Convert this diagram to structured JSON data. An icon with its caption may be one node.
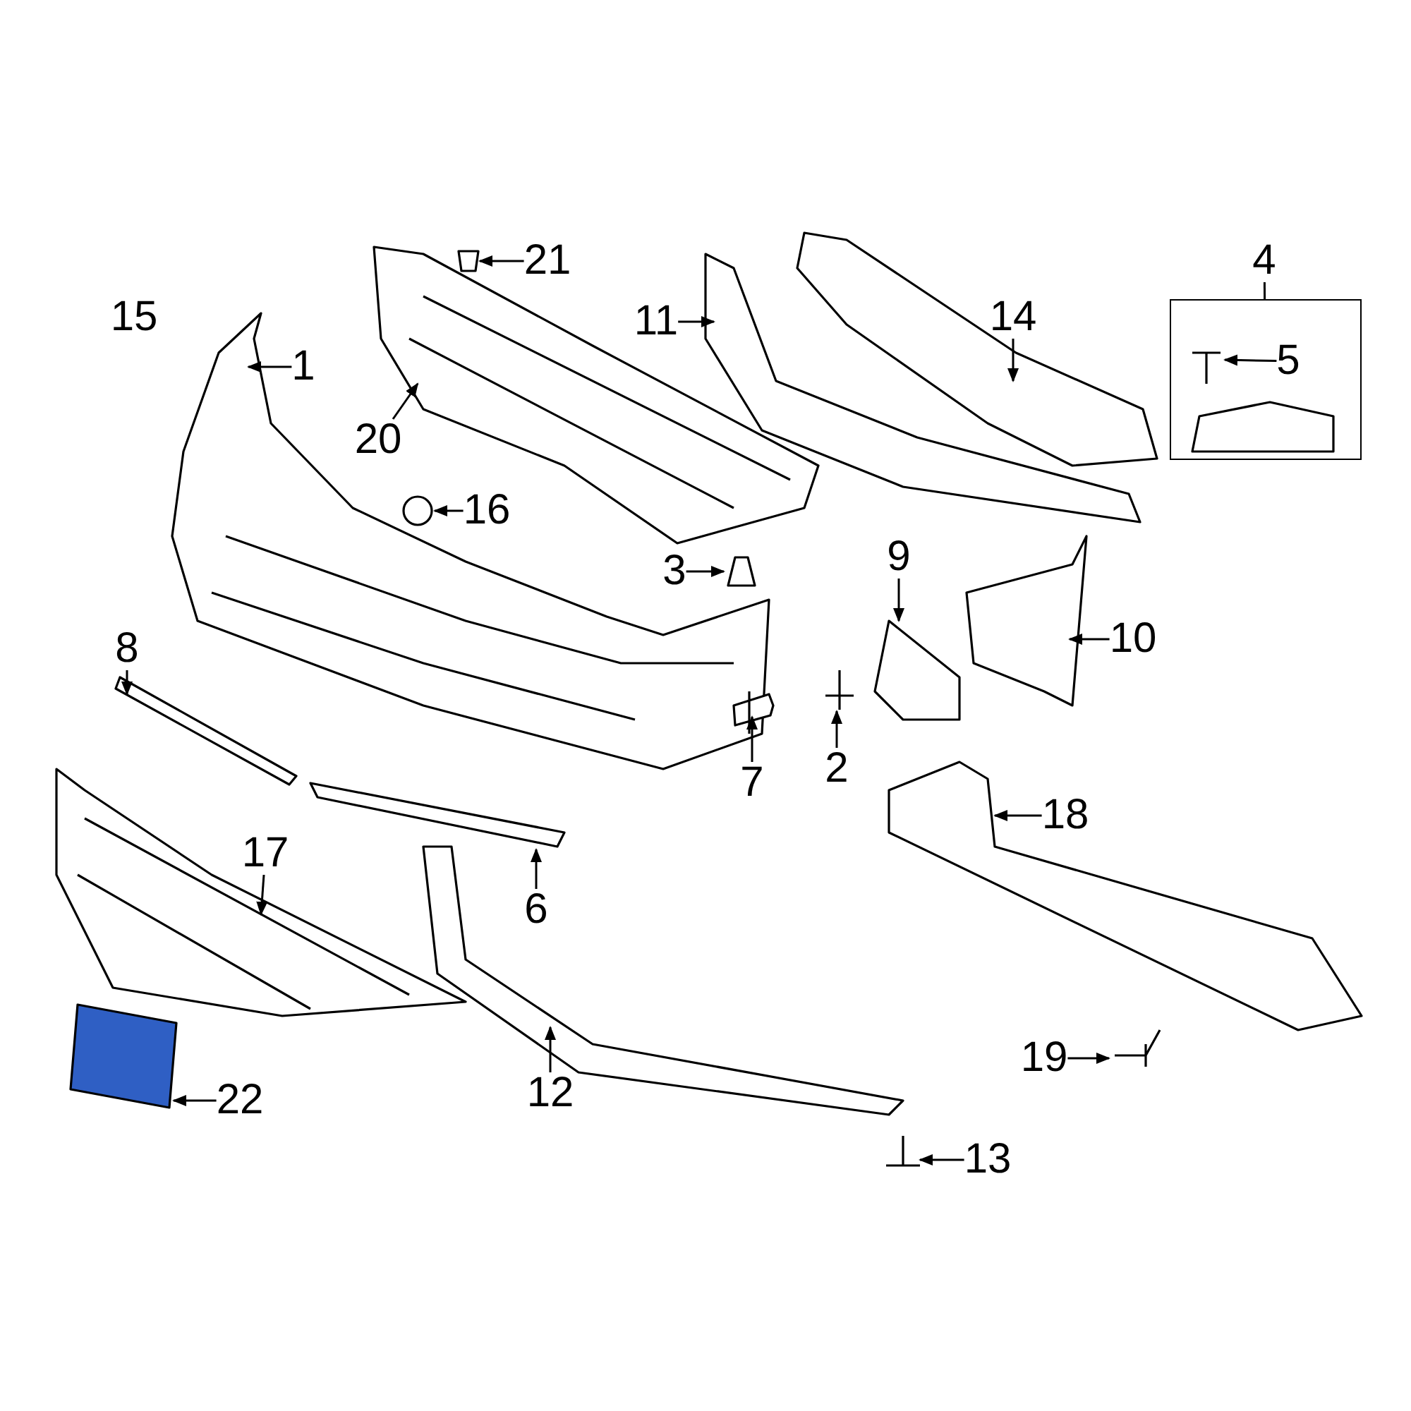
{
  "diagram": {
    "nodes": [
      {
        "text": [
          "1"
        ]
      },
      {
        "text": [
          "2"
        ]
      },
      {
        "text": [
          "3"
        ]
      },
      {
        "text": [
          "4"
        ]
      },
      {
        "text": [],
        "shape": "box"
      },
      {
        "text": [
          "5"
        ],
        "in": 4
      },
      {
        "text": [
          "6"
        ]
      },
      {
        "text": [
          "7"
        ]
      },
      {
        "text": [
          "8"
        ]
      },
      {
        "text": [
          "9"
        ]
      },
      {
        "text": [
          "10"
        ]
      },
      {
        "text": [
          "11"
        ]
      },
      {
        "text": [
          "12"
        ]
      },
      {
        "text": [
          "13"
        ]
      },
      {
        "text": [
          "14"
        ]
      },
      {
        "text": [
          "15"
        ]
      },
      {
        "text": [
          "16"
        ]
      },
      {
        "text": [
          "17"
        ]
      },
      {
        "text": [
          "18"
        ]
      },
      {
        "text": [
          "19"
        ]
      },
      {
        "text": [
          "20"
        ]
      },
      {
        "text": [
          "21"
        ]
      },
      {
        "text": [
          "22"
        ]
      }
    ],
    "edges": [
      {
        "from": 0,
        "to": null,
        "arrow": "to"
      },
      {
        "from": 1,
        "to": null,
        "arrow": "to"
      },
      {
        "from": 2,
        "to": null,
        "arrow": "to"
      },
      {
        "from": 3,
        "to": 4,
        "arrow": "none"
      },
      {
        "from": 5,
        "to": null,
        "arrow": "to"
      },
      {
        "from": 6,
        "to": null,
        "arrow": "to"
      },
      {
        "from": 7,
        "to": null,
        "arrow": "to"
      },
      {
        "from": 8,
        "to": null,
        "arrow": "to"
      },
      {
        "from": 9,
        "to": null,
        "arrow": "to"
      },
      {
        "from": 10,
        "to": null,
        "arrow": "to"
      },
      {
        "from": 11,
        "to": null,
        "arrow": "to"
      },
      {
        "from": 12,
        "to": null,
        "arrow": "to"
      },
      {
        "from": 13,
        "to": null,
        "arrow": "to"
      },
      {
        "from": 14,
        "to": null,
        "arrow": "to"
      },
      {
        "from": 16,
        "to": null,
        "arrow": "to"
      },
      {
        "from": 17,
        "to": null,
        "arrow": "to"
      },
      {
        "from": 18,
        "to": null,
        "arrow": "to"
      },
      {
        "from": 19,
        "to": null,
        "arrow": "to"
      },
      {
        "from": 20,
        "to": null,
        "arrow": "to"
      },
      {
        "from": 21,
        "to": null,
        "arrow": "to"
      },
      {
        "from": 22,
        "to": null,
        "arrow": "to"
      }
    ]
  }
}
